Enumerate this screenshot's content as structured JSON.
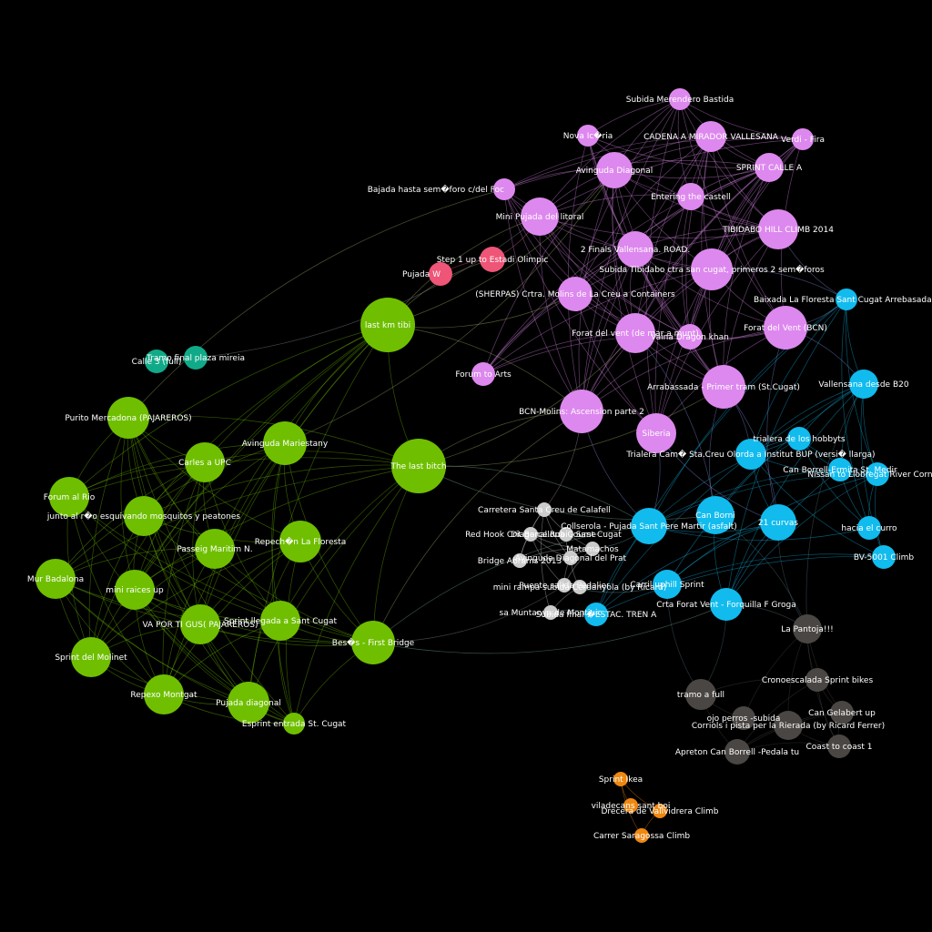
{
  "graph": {
    "background": "#000000",
    "communities": [
      {
        "id": "green",
        "color": "#6fbf00"
      },
      {
        "id": "violet",
        "color": "#dd88ee"
      },
      {
        "id": "cyan",
        "color": "#11bbee"
      },
      {
        "id": "grey",
        "color": "#4a4643"
      },
      {
        "id": "lightgrey",
        "color": "#cccccc"
      },
      {
        "id": "teal",
        "color": "#11aa88"
      },
      {
        "id": "pink",
        "color": "#ee5577"
      },
      {
        "id": "orange",
        "color": "#ee8811"
      }
    ],
    "nodes": [
      {
        "id": "n1",
        "label": "last km tibi",
        "group": "green"
      },
      {
        "id": "n2",
        "label": "The last bitch",
        "group": "green"
      },
      {
        "id": "n3",
        "label": "Purito Mercadona (PAJAREROS)",
        "group": "green"
      },
      {
        "id": "n4",
        "label": "Avinguda Mariestany",
        "group": "green"
      },
      {
        "id": "n5",
        "label": "Carles a UPC",
        "group": "green"
      },
      {
        "id": "n6",
        "label": "Forum al Rio",
        "group": "green"
      },
      {
        "id": "n7",
        "label": "junto al r�o esquivando mosquitos y peatones",
        "group": "green"
      },
      {
        "id": "n8",
        "label": "Passeig Maritim N.",
        "group": "green"
      },
      {
        "id": "n9",
        "label": "Repech�n La Floresta",
        "group": "green"
      },
      {
        "id": "n10",
        "label": "Mur Badalona",
        "group": "green"
      },
      {
        "id": "n11",
        "label": "mini raices up",
        "group": "green"
      },
      {
        "id": "n12",
        "label": "VA POR TI GUS( PAJAREROS)",
        "group": "green"
      },
      {
        "id": "n13",
        "label": "Sprint llegada a Sant Cugat",
        "group": "green"
      },
      {
        "id": "n14",
        "label": "Bes�s - First Bridge",
        "group": "green"
      },
      {
        "id": "n15",
        "label": "Sprint del Molinet",
        "group": "green"
      },
      {
        "id": "n16",
        "label": "Repexo Montgat",
        "group": "green"
      },
      {
        "id": "n17",
        "label": "Pujada diagonal",
        "group": "green"
      },
      {
        "id": "n18",
        "label": "Esprint entrada St. Cugat",
        "group": "green"
      },
      {
        "id": "t1",
        "label": "Calle 3 (full)",
        "group": "teal"
      },
      {
        "id": "t2",
        "label": "Tramo final plaza mireia",
        "group": "teal"
      },
      {
        "id": "v1",
        "label": "Subida Merendero Bastida",
        "group": "violet"
      },
      {
        "id": "v2",
        "label": "Nova Ic�ria",
        "group": "violet"
      },
      {
        "id": "v3",
        "label": "CADENA A MIRADOR VALLESANA",
        "group": "violet"
      },
      {
        "id": "v4",
        "label": "Verdi - Fira",
        "group": "violet"
      },
      {
        "id": "v5",
        "label": "Avinguda Diagonal",
        "group": "violet"
      },
      {
        "id": "v6",
        "label": "SPRINT CALLE A",
        "group": "violet"
      },
      {
        "id": "v7",
        "label": "Bajada hasta sem�foro c/del Foc",
        "group": "violet"
      },
      {
        "id": "v8",
        "label": "Entering the castell",
        "group": "violet"
      },
      {
        "id": "v9",
        "label": "Mini Pujada del litoral",
        "group": "violet"
      },
      {
        "id": "v10",
        "label": "TIBIDABO HILL CLIMB 2014",
        "group": "violet"
      },
      {
        "id": "v11",
        "label": "2 Finals Vallensana. ROAD.",
        "group": "violet"
      },
      {
        "id": "v12",
        "label": "Subida Tibidabo ctra san cugat, primeros 2 sem�foros",
        "group": "violet"
      },
      {
        "id": "v13",
        "label": "(SHERPAS) Crtra. Molins de La Creu a Containers",
        "group": "violet"
      },
      {
        "id": "v14",
        "label": "Forat del vent (de mar a munt)",
        "group": "violet"
      },
      {
        "id": "v15",
        "label": "Vaina Dragon khan",
        "group": "violet"
      },
      {
        "id": "v16",
        "label": "Forat del Vent (BCN)",
        "group": "violet"
      },
      {
        "id": "v17",
        "label": "Forum to Arts",
        "group": "violet"
      },
      {
        "id": "v18",
        "label": "Arrabassada - Primer tram (St.Cugat)",
        "group": "violet"
      },
      {
        "id": "v19",
        "label": "BCN-Molins: Ascension parte 2",
        "group": "violet"
      },
      {
        "id": "v20",
        "label": "Siberia",
        "group": "violet"
      },
      {
        "id": "p1",
        "label": "Step 1 up to Estadi Olimpic",
        "group": "pink"
      },
      {
        "id": "p2",
        "label": "Pujada W",
        "group": "pink"
      },
      {
        "id": "c1",
        "label": "Baixada La Floresta Sant Cugat Arrebasada",
        "group": "cyan"
      },
      {
        "id": "c2",
        "label": "Vallensana desde B20",
        "group": "cyan"
      },
      {
        "id": "c3",
        "label": "trialera de los hobbyts",
        "group": "cyan"
      },
      {
        "id": "c4",
        "label": "Trialera Cam� Sta.Creu Olorda a Institut BUP (versi� llarga)",
        "group": "cyan"
      },
      {
        "id": "c5",
        "label": "Can Borrell-Ermita St. Medir",
        "group": "cyan"
      },
      {
        "id": "c6",
        "label": "Nissan to Llobregat River Cornella",
        "group": "cyan"
      },
      {
        "id": "c7",
        "label": "Collserola - Pujada Sant Pere Martir (asfalt)",
        "group": "cyan"
      },
      {
        "id": "c8",
        "label": "Can Borni",
        "group": "cyan"
      },
      {
        "id": "c9",
        "label": "21 curvas",
        "group": "cyan"
      },
      {
        "id": "c10",
        "label": "hacia el curro",
        "group": "cyan"
      },
      {
        "id": "c11",
        "label": "BV-5001 Climb",
        "group": "cyan"
      },
      {
        "id": "c12",
        "label": "Carril uphill Sprint",
        "group": "cyan"
      },
      {
        "id": "c13",
        "label": "Crta Forat Vent - Forquilla F Groga",
        "group": "cyan"
      },
      {
        "id": "c14",
        "label": "Subida final �ESTAC. TREN A",
        "group": "cyan"
      },
      {
        "id": "g1",
        "label": "La Pantoja!!!",
        "group": "grey"
      },
      {
        "id": "g2",
        "label": "Cronoescalada Sprint bikes",
        "group": "grey"
      },
      {
        "id": "g3",
        "label": "tramo a full",
        "group": "grey"
      },
      {
        "id": "g4",
        "label": "Can Gelabert up",
        "group": "grey"
      },
      {
        "id": "g5",
        "label": "ojo perros -subida",
        "group": "grey"
      },
      {
        "id": "g6",
        "label": "Corriols i pista per la Rierada (by Ricard Ferrer)",
        "group": "grey"
      },
      {
        "id": "g7",
        "label": "Coast to coast 1",
        "group": "grey"
      },
      {
        "id": "g8",
        "label": "Apreton Can Borrell -Pedala tu",
        "group": "grey"
      },
      {
        "id": "w1",
        "label": "Carretera Santa Creu de Calafell",
        "group": "lightgrey"
      },
      {
        "id": "w2",
        "label": "Red Hook Crit Barcelona Course",
        "group": "lightgrey"
      },
      {
        "id": "w3",
        "label": "Diagonal Rubi - Sant Cugat",
        "group": "lightgrey"
      },
      {
        "id": "w4",
        "label": "Matamachos",
        "group": "lightgrey"
      },
      {
        "id": "w5",
        "label": "Bridge Abrams 2013",
        "group": "lightgrey"
      },
      {
        "id": "w6",
        "label": "Avinguda Diagonal del Prat",
        "group": "lightgrey"
      },
      {
        "id": "w7",
        "label": "Puente salida Pedalier",
        "group": "lightgrey"
      },
      {
        "id": "w8",
        "label": "mini rampa subida Cerdanyola (by Ricard)",
        "group": "lightgrey"
      },
      {
        "id": "w9",
        "label": "sa Muntanya de Montjuic",
        "group": "lightgrey"
      },
      {
        "id": "o1",
        "label": "Sprint Ikea",
        "group": "orange"
      },
      {
        "id": "o2",
        "label": "viladecans sant boi",
        "group": "orange"
      },
      {
        "id": "o3",
        "label": "Drecera de Vallvidrera Climb",
        "group": "orange"
      },
      {
        "id": "o4",
        "label": "Carrer Saragossa Climb",
        "group": "orange"
      }
    ]
  }
}
